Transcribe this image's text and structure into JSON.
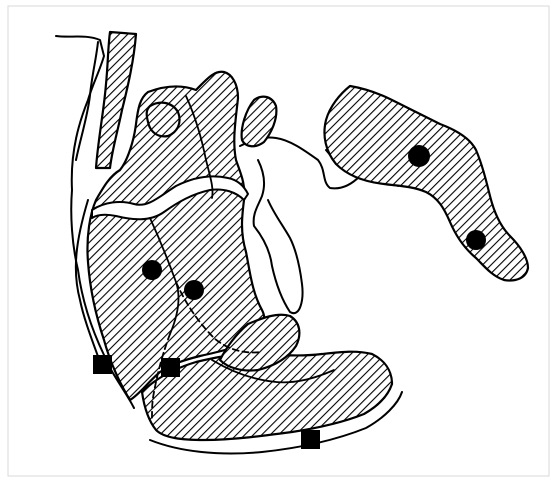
{
  "map": {
    "background": "#ffffff",
    "border_color": "#d0d0d0",
    "hatch_color": "#000000",
    "markers": [
      {
        "name": "site-circle-1",
        "shape": "circle"
      },
      {
        "name": "site-circle-2",
        "shape": "circle"
      },
      {
        "name": "site-circle-3",
        "shape": "circle"
      },
      {
        "name": "site-circle-4",
        "shape": "circle"
      },
      {
        "name": "site-square-1",
        "shape": "square"
      },
      {
        "name": "site-square-2",
        "shape": "square"
      },
      {
        "name": "site-square-3",
        "shape": "square"
      }
    ]
  }
}
